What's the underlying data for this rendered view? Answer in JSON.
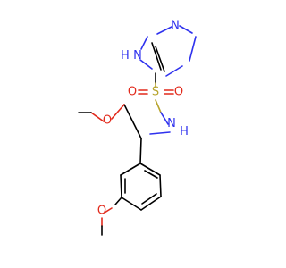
{
  "molecule": {
    "colors": {
      "carbon_bond": "#000000",
      "nitrogen": "#2f32ee",
      "oxygen": "#e22a1c",
      "sulfur": "#b7a42e"
    },
    "labels": {
      "ring_nitrogen_top": "N",
      "ring_nh": "H\nN",
      "sulfur": "S",
      "sulfonyl_oxygen_left": "O",
      "sulfonyl_oxygen_right": "O",
      "sulfonamide_nh": "H\nN",
      "ether_oxygen_chain": "O",
      "ether_oxygen_ring": "O"
    }
  }
}
